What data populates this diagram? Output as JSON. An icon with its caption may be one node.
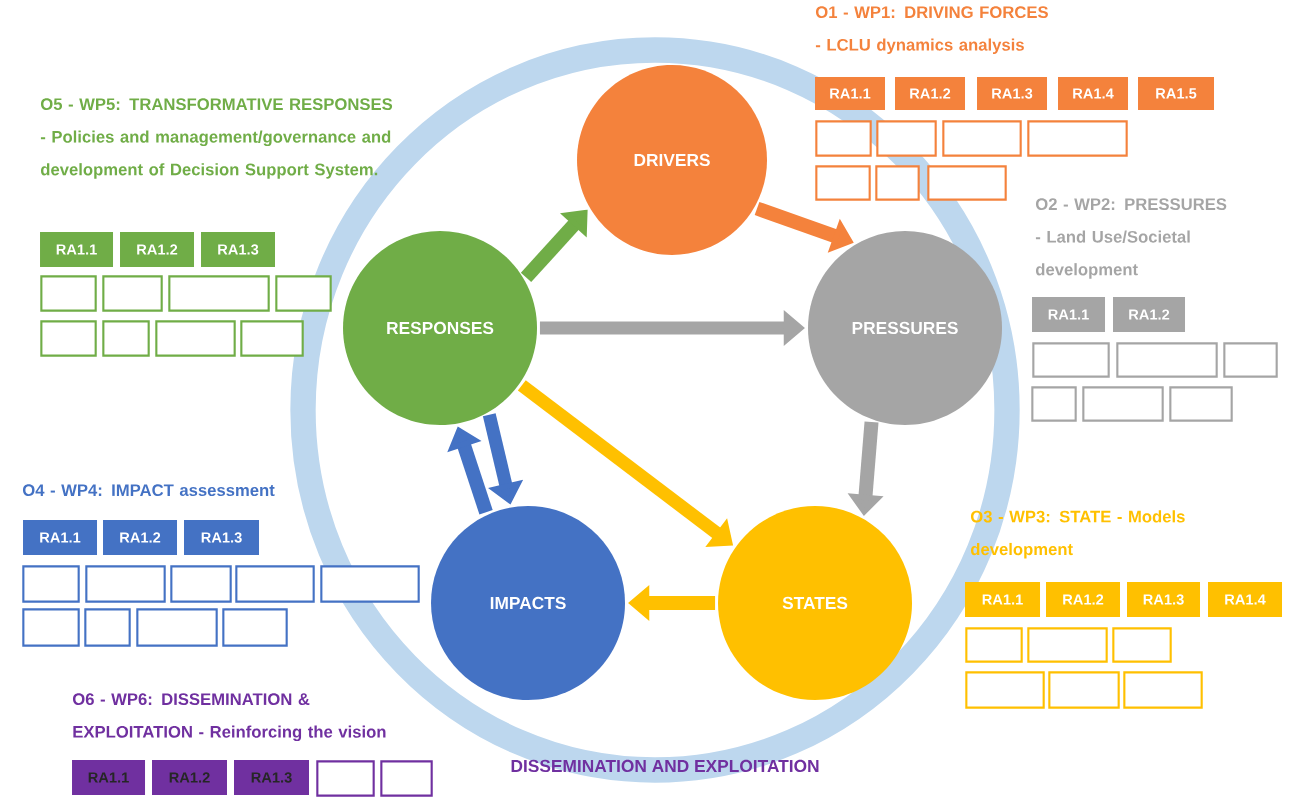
{
  "diagram": {
    "nodes": [
      {
        "text": [
          "DRIVERS"
        ]
      },
      {
        "text": [
          "PRESSURES"
        ]
      },
      {
        "text": [
          "STATES"
        ]
      },
      {
        "text": [
          "IMPACTS"
        ]
      },
      {
        "text": [
          "RESPONSES"
        ]
      },
      {
        "text": [
          "RA1.1"
        ]
      },
      {
        "text": [
          "RA1.2"
        ]
      },
      {
        "text": [
          "RA1.3"
        ]
      },
      {
        "text": [
          "RA1.4"
        ]
      },
      {
        "text": [
          "RA1.5"
        ]
      },
      {
        "text": [],
        "shape": "box"
      },
      {
        "text": [],
        "shape": "box"
      },
      {
        "text": [],
        "shape": "box"
      },
      {
        "text": [],
        "shape": "box"
      },
      {
        "text": [],
        "shape": "box"
      },
      {
        "text": [],
        "shape": "box"
      },
      {
        "text": [],
        "shape": "box"
      },
      {
        "text": [
          "RA1.1"
        ]
      },
      {
        "text": [
          "RA1.2"
        ]
      },
      {
        "text": [
          "RA1.3"
        ]
      },
      {
        "text": [],
        "shape": "box"
      },
      {
        "text": [],
        "shape": "box"
      },
      {
        "text": [],
        "shape": "box"
      },
      {
        "text": [],
        "shape": "box"
      },
      {
        "text": [],
        "shape": "box"
      },
      {
        "text": [],
        "shape": "box"
      },
      {
        "text": [],
        "shape": "box"
      },
      {
        "text": [],
        "shape": "box"
      },
      {
        "text": [
          "RA1.1"
        ]
      },
      {
        "text": [
          "RA1.2"
        ]
      },
      {
        "text": [],
        "shape": "box"
      },
      {
        "text": [],
        "shape": "box"
      },
      {
        "text": [],
        "shape": "box"
      },
      {
        "text": [],
        "shape": "box"
      },
      {
        "text": [],
        "shape": "box"
      },
      {
        "text": [],
        "shape": "box"
      },
      {
        "text": [
          "RA1.1"
        ]
      },
      {
        "text": [
          "RA1.2"
        ]
      },
      {
        "text": [
          "RA1.3"
        ]
      },
      {
        "text": [],
        "shape": "box"
      },
      {
        "text": [],
        "shape": "box"
      },
      {
        "text": [],
        "shape": "box"
      },
      {
        "text": [],
        "shape": "box"
      },
      {
        "text": [],
        "shape": "box"
      },
      {
        "text": [],
        "shape": "box"
      },
      {
        "text": [],
        "shape": "box"
      },
      {
        "text": [],
        "shape": "box"
      },
      {
        "text": [],
        "shape": "box"
      },
      {
        "text": [
          "RA1.1"
        ]
      },
      {
        "text": [
          "RA1.2"
        ]
      },
      {
        "text": [
          "RA1.3"
        ]
      },
      {
        "text": [
          "RA1.4"
        ]
      },
      {
        "text": [],
        "shape": "box"
      },
      {
        "text": [],
        "shape": "box"
      },
      {
        "text": [],
        "shape": "box"
      },
      {
        "text": [],
        "shape": "box"
      },
      {
        "text": [],
        "shape": "box"
      },
      {
        "text": [],
        "shape": "box"
      },
      {
        "text": [
          "RA1.1"
        ]
      },
      {
        "text": [
          "RA1.2"
        ]
      },
      {
        "text": [
          "RA1.3"
        ]
      },
      {
        "text": [],
        "shape": "box"
      },
      {
        "text": [],
        "shape": "box"
      }
    ],
    "edges": [
      {
        "from": 4,
        "to": 0,
        "arrow": "to",
        "color": "#70ad47"
      },
      {
        "from": 0,
        "to": 1,
        "arrow": "to",
        "color": "#f4823c"
      },
      {
        "from": 1,
        "to": 2,
        "arrow": "to",
        "color": "#a5a5a5"
      },
      {
        "from": 2,
        "to": 3,
        "arrow": "to",
        "color": "#ffc000"
      },
      {
        "from": 3,
        "to": 4,
        "arrow": "to",
        "color": "#4472c4"
      },
      {
        "from": 4,
        "to": 1,
        "arrow": "to",
        "color": "#a5a5a5"
      },
      {
        "from": 4,
        "to": 2,
        "arrow": "to",
        "color": "#ffc000"
      },
      {
        "from": 4,
        "to": 3,
        "arrow": "to",
        "color": "#4472c4"
      }
    ],
    "labels": [
      "O1 - WP1: DRIVING FORCES - LCLU dynamics analysis",
      "O5 - WP5: TRANSFORMATIVE RESPONSES - Policies and management/governance and development of Decision Support System.",
      "O2 - WP2: PRESSURES - Land Use/Societal development",
      "O4 - WP4: IMPACT assessment",
      "O3 - WP3: STATE - Models development",
      "O6 - WP6: DISSEMINATION & EXPLOITATION - Reinforcing the vision",
      "DISSEMINATION AND EXPLOITATION"
    ]
  }
}
